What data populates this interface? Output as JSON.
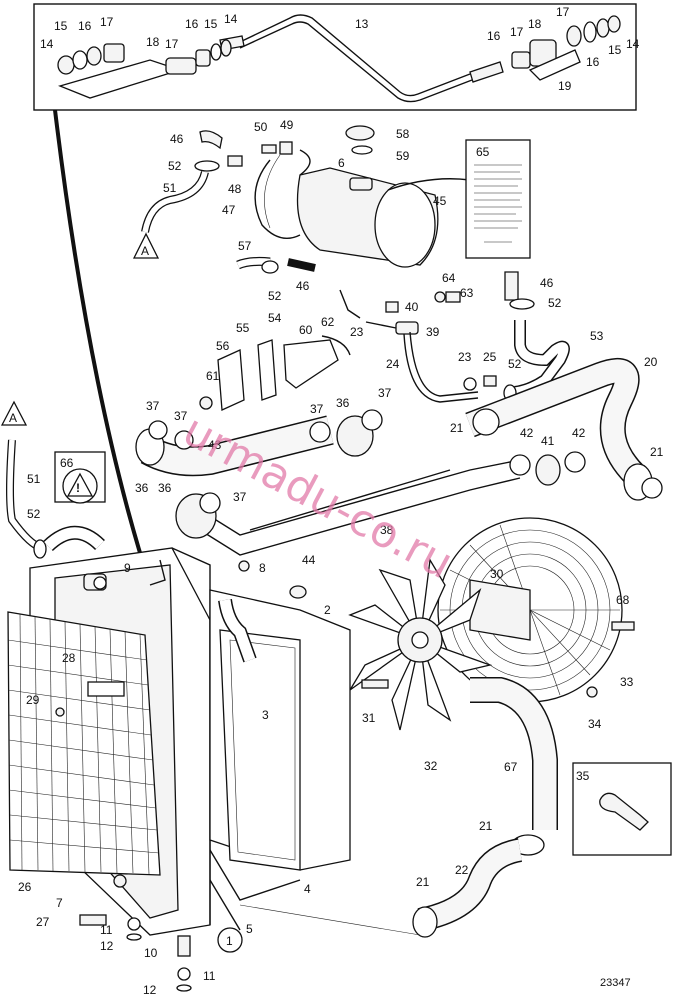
{
  "figure_number": "23347",
  "watermark_text": "urmadu-co.ru",
  "detail_marker": "A",
  "warning_symbol": "!",
  "circled_callout": "1",
  "colors": {
    "line": "#111111",
    "watermark": "#e27aa8",
    "background": "#ffffff",
    "part_fill": "#f4f4f4"
  },
  "callouts": [
    {
      "id": "c14a",
      "text": "14"
    },
    {
      "id": "c15a",
      "text": "15"
    },
    {
      "id": "c16a",
      "text": "16"
    },
    {
      "id": "c17a",
      "text": "17"
    },
    {
      "id": "c18a",
      "text": "18"
    },
    {
      "id": "c17b",
      "text": "17"
    },
    {
      "id": "c16b",
      "text": "16"
    },
    {
      "id": "c15b",
      "text": "15"
    },
    {
      "id": "c14b",
      "text": "14"
    },
    {
      "id": "c13",
      "text": "13"
    },
    {
      "id": "c16c",
      "text": "16"
    },
    {
      "id": "c17c",
      "text": "17"
    },
    {
      "id": "c18b",
      "text": "18"
    },
    {
      "id": "c17d",
      "text": "17"
    },
    {
      "id": "c16d",
      "text": "16"
    },
    {
      "id": "c15c",
      "text": "15"
    },
    {
      "id": "c14c",
      "text": "14"
    },
    {
      "id": "c19",
      "text": "19"
    },
    {
      "id": "c46a",
      "text": "46"
    },
    {
      "id": "c50",
      "text": "50"
    },
    {
      "id": "c49",
      "text": "49"
    },
    {
      "id": "c52a",
      "text": "52"
    },
    {
      "id": "c48",
      "text": "48"
    },
    {
      "id": "c6",
      "text": "6"
    },
    {
      "id": "c51a",
      "text": "51"
    },
    {
      "id": "c47",
      "text": "47"
    },
    {
      "id": "c58",
      "text": "58"
    },
    {
      "id": "c59",
      "text": "59"
    },
    {
      "id": "c45",
      "text": "45"
    },
    {
      "id": "c65",
      "text": "65"
    },
    {
      "id": "c57",
      "text": "57"
    },
    {
      "id": "c52b",
      "text": "52"
    },
    {
      "id": "c46b",
      "text": "46"
    },
    {
      "id": "c64",
      "text": "64"
    },
    {
      "id": "c63",
      "text": "63"
    },
    {
      "id": "c46c",
      "text": "46"
    },
    {
      "id": "c52c",
      "text": "52"
    },
    {
      "id": "c55",
      "text": "55"
    },
    {
      "id": "c54",
      "text": "54"
    },
    {
      "id": "c60",
      "text": "60"
    },
    {
      "id": "c56",
      "text": "56"
    },
    {
      "id": "c62",
      "text": "62"
    },
    {
      "id": "c40",
      "text": "40"
    },
    {
      "id": "c23a",
      "text": "23"
    },
    {
      "id": "c39",
      "text": "39"
    },
    {
      "id": "c53",
      "text": "53"
    },
    {
      "id": "c61",
      "text": "61"
    },
    {
      "id": "c24",
      "text": "24"
    },
    {
      "id": "c23b",
      "text": "23"
    },
    {
      "id": "c25",
      "text": "25"
    },
    {
      "id": "c52d",
      "text": "52"
    },
    {
      "id": "c20",
      "text": "20"
    },
    {
      "id": "c37a",
      "text": "37"
    },
    {
      "id": "c37b",
      "text": "37"
    },
    {
      "id": "c37c",
      "text": "37"
    },
    {
      "id": "c36a",
      "text": "36"
    },
    {
      "id": "c37d",
      "text": "37"
    },
    {
      "id": "c43",
      "text": "43"
    },
    {
      "id": "c21a",
      "text": "21"
    },
    {
      "id": "c42a",
      "text": "42"
    },
    {
      "id": "c41",
      "text": "41"
    },
    {
      "id": "c42b",
      "text": "42"
    },
    {
      "id": "c21b",
      "text": "21"
    },
    {
      "id": "c51b",
      "text": "51"
    },
    {
      "id": "c66",
      "text": "66"
    },
    {
      "id": "c36b",
      "text": "36"
    },
    {
      "id": "c36c",
      "text": "36"
    },
    {
      "id": "c37e",
      "text": "37"
    },
    {
      "id": "c38",
      "text": "38"
    },
    {
      "id": "c52e",
      "text": "52"
    },
    {
      "id": "c9",
      "text": "9"
    },
    {
      "id": "c8",
      "text": "8"
    },
    {
      "id": "c44",
      "text": "44"
    },
    {
      "id": "c30",
      "text": "30"
    },
    {
      "id": "c68",
      "text": "68"
    },
    {
      "id": "c2",
      "text": "2"
    },
    {
      "id": "c28",
      "text": "28"
    },
    {
      "id": "c29",
      "text": "29"
    },
    {
      "id": "c3",
      "text": "3"
    },
    {
      "id": "c31",
      "text": "31"
    },
    {
      "id": "c33",
      "text": "33"
    },
    {
      "id": "c34",
      "text": "34"
    },
    {
      "id": "c32",
      "text": "32"
    },
    {
      "id": "c67",
      "text": "67"
    },
    {
      "id": "c35",
      "text": "35"
    },
    {
      "id": "c21c",
      "text": "21"
    },
    {
      "id": "c26",
      "text": "26"
    },
    {
      "id": "c7",
      "text": "7"
    },
    {
      "id": "c4",
      "text": "4"
    },
    {
      "id": "c21d",
      "text": "21"
    },
    {
      "id": "c22",
      "text": "22"
    },
    {
      "id": "c27",
      "text": "27"
    },
    {
      "id": "c11a",
      "text": "11"
    },
    {
      "id": "c12a",
      "text": "12"
    },
    {
      "id": "c5",
      "text": "5"
    },
    {
      "id": "c10",
      "text": "10"
    },
    {
      "id": "c11b",
      "text": "11"
    },
    {
      "id": "c12b",
      "text": "12"
    }
  ]
}
